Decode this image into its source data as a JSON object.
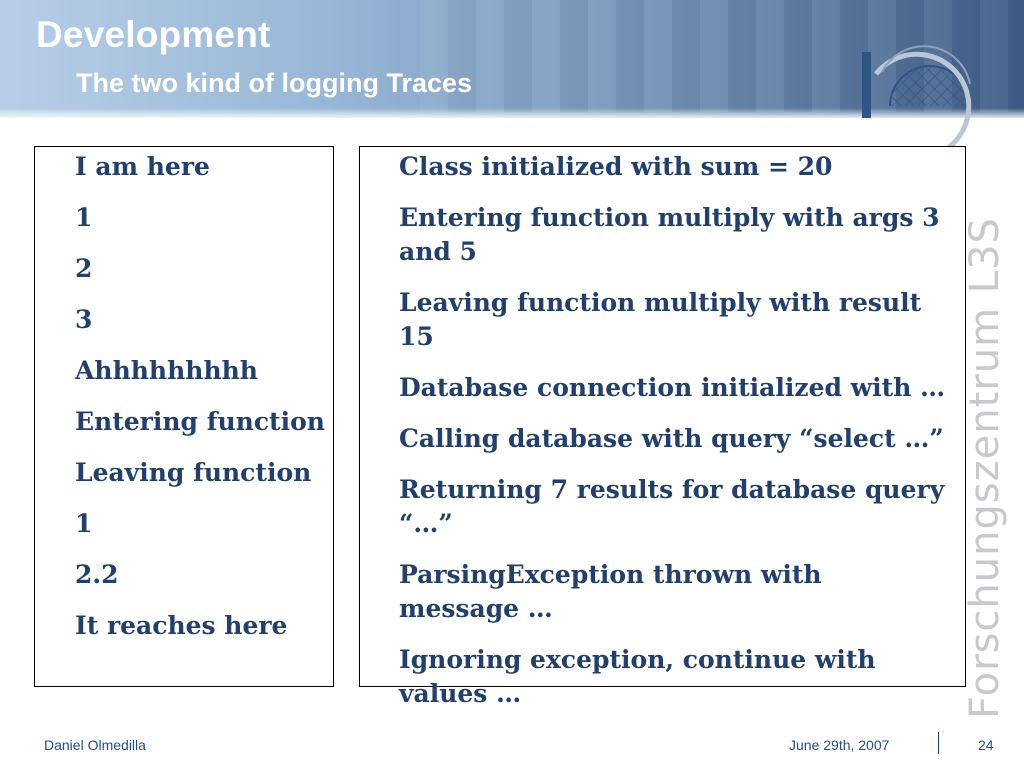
{
  "slide": {
    "title": "Development",
    "subtitle": "The two kind of logging Traces"
  },
  "brand": {
    "vertical_text": "Forschungszentrum L3S",
    "logo_icon": "l3s-dome-logo-icon"
  },
  "left_column": {
    "items": [
      "I am here",
      "1",
      "2",
      "3",
      "Ahhhhhhhhh",
      "Entering function",
      "Leaving function",
      "1",
      "2.2",
      "It reaches here"
    ]
  },
  "right_column": {
    "items": [
      "Class initialized with sum = 20",
      "Entering function multiply with args 3 and 5",
      "Leaving function multiply with result 15",
      "Database connection initialized with …",
      "Calling database with query “select …”",
      "Returning 7 results for database query “…”",
      "ParsingException thrown with message …",
      "Ignoring exception, continue with values …"
    ]
  },
  "footer": {
    "author": "Daniel Olmedilla",
    "date": "June 29th, 2007",
    "page": "24"
  },
  "colors": {
    "text_blue": "#22406b",
    "footer_blue": "#1f4f8c",
    "header_dark": "#3e5c86",
    "header_light": "#b7cee6"
  }
}
